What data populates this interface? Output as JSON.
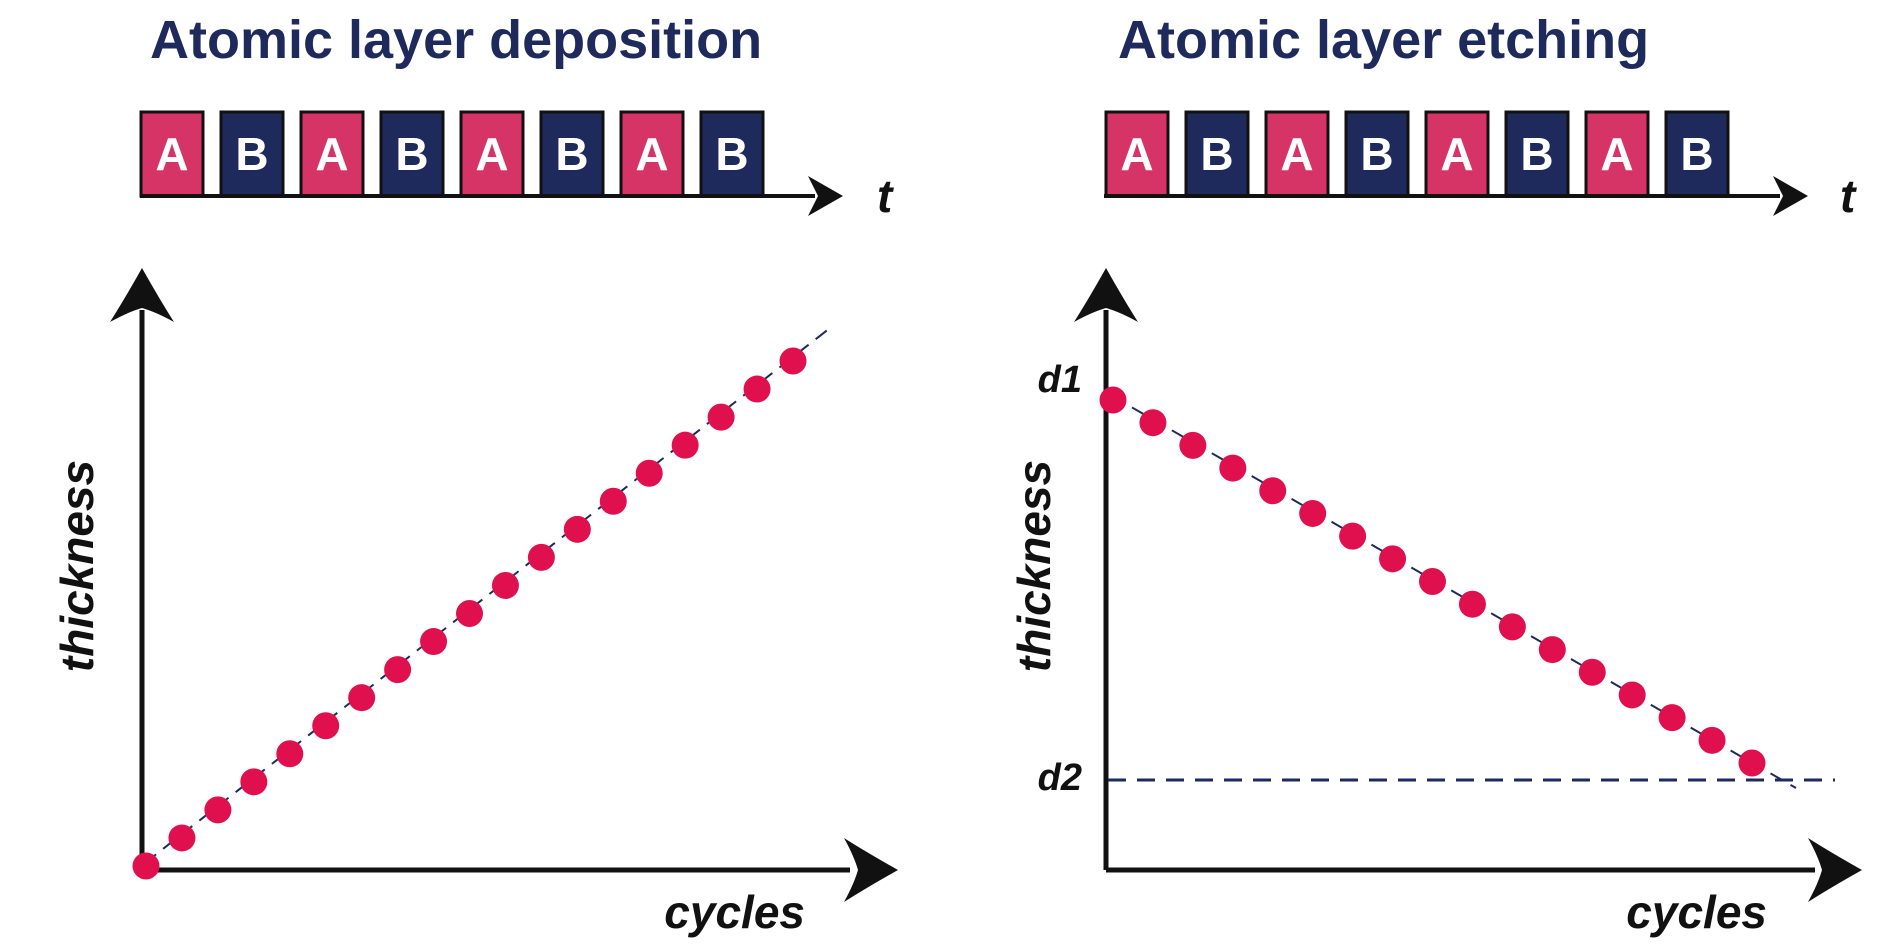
{
  "colors": {
    "pulse_a": "#d63366",
    "pulse_b": "#1f2a5c",
    "dot": "#e0104f",
    "dashed": "#1f2a5c",
    "axis": "#111111",
    "title": "#1f2a5c"
  },
  "deposition": {
    "title": "Atomic layer deposition",
    "pulses": [
      "A",
      "B",
      "A",
      "B",
      "A",
      "B",
      "A",
      "B"
    ],
    "time_label": "t",
    "ylabel": "thickness",
    "xlabel": "cycles",
    "trend": "increasing",
    "cycle_count": 19
  },
  "etching": {
    "title": "Atomic layer etching",
    "pulses": [
      "A",
      "B",
      "A",
      "B",
      "A",
      "B",
      "A",
      "B"
    ],
    "time_label": "t",
    "ylabel": "thickness",
    "xlabel": "cycles",
    "trend": "decreasing",
    "cycle_count": 17,
    "start_level": "d1",
    "end_level": "d2"
  }
}
